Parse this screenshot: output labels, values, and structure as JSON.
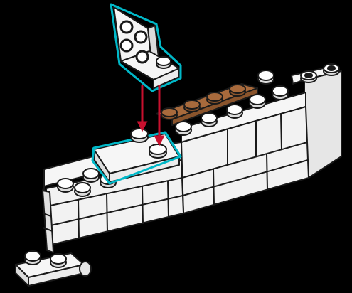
{
  "illustration": {
    "kind": "lego-assembly-instruction-step",
    "colors": {
      "background": "#000000",
      "brick": "#f2f2f2",
      "brick_shadow": "#d4d4d4",
      "outline": "#1a1a1a",
      "highlight": "#00b8c8",
      "arrow": "#c8102e",
      "tan_plate": "#a86a3c",
      "stud": "#ffffff"
    },
    "parts": [
      {
        "id": "angle-plate-1x2-2x2",
        "role": "new-part",
        "color": "white",
        "studs": 4
      },
      {
        "id": "plate-2x2",
        "role": "highlighted-target",
        "color": "white",
        "studs": 2
      },
      {
        "id": "plate-tan",
        "role": "existing",
        "color": "tan",
        "studs": 4
      },
      {
        "id": "wall-bricks",
        "role": "existing",
        "color": "white"
      }
    ],
    "arrows": {
      "count": 2,
      "direction": "down"
    }
  }
}
